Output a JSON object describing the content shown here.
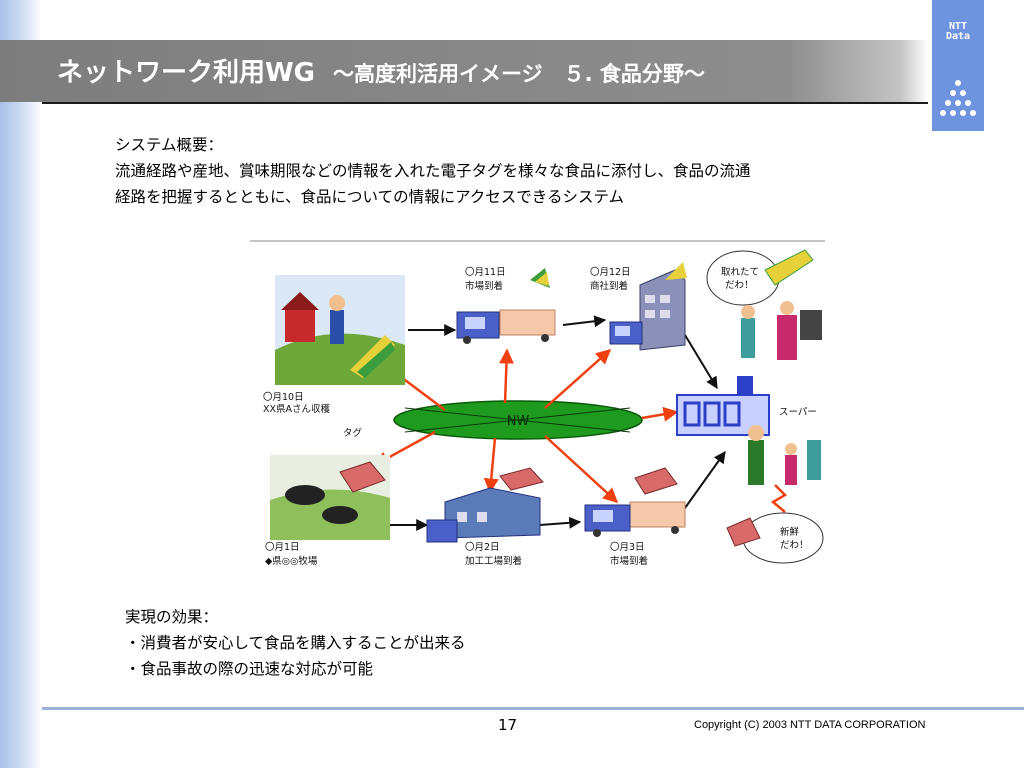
{
  "header": {
    "title": "ネットワーク利用WG",
    "subtitle": "～高度利活用イメージ　５. 食品分野～"
  },
  "logo": {
    "text_line1": "NTT",
    "text_line2": "Data"
  },
  "overview": {
    "heading": "システム概要：",
    "line1": "流通経路や産地、賞味期限などの情報を入れた電子タグを様々な食品に添付し、食品の流通",
    "line2": "経路を把握するとともに、食品についての情報にアクセスできるシステム"
  },
  "diagram": {
    "nw_label": "NW",
    "farm": {
      "line1": "〇月10日",
      "line2": "XX県Aさん収穫",
      "tag": "タグ"
    },
    "market1": {
      "line1": "〇月11日",
      "line2": "市場到着"
    },
    "trading": {
      "line1": "〇月12日",
      "line2": "商社到着"
    },
    "ranch": {
      "line1": "〇月1日",
      "line2": "◆県◎◎牧場"
    },
    "processing": {
      "line1": "〇月2日",
      "line2": "加工工場到着"
    },
    "market3": {
      "line1": "〇月3日",
      "line2": "市場到着"
    },
    "super": {
      "label": "スーパー"
    },
    "bubble_top": {
      "line1": "取れたて",
      "line2": "だわ！"
    },
    "bubble_bottom": {
      "line1": "新鮮",
      "line2": "だわ！"
    }
  },
  "effects": {
    "heading": "実現の効果：",
    "item1": "・消費者が安心して食品を購入することが出来る",
    "item2": "・食品事故の際の迅速な対応が可能"
  },
  "footer": {
    "page": "17",
    "copyright": "Copyright (C) 2003 NTT DATA CORPORATION"
  },
  "colors": {
    "accent": "#6f94df",
    "nw_fill": "#1e9a1e",
    "arrow_red": "#f04010"
  }
}
